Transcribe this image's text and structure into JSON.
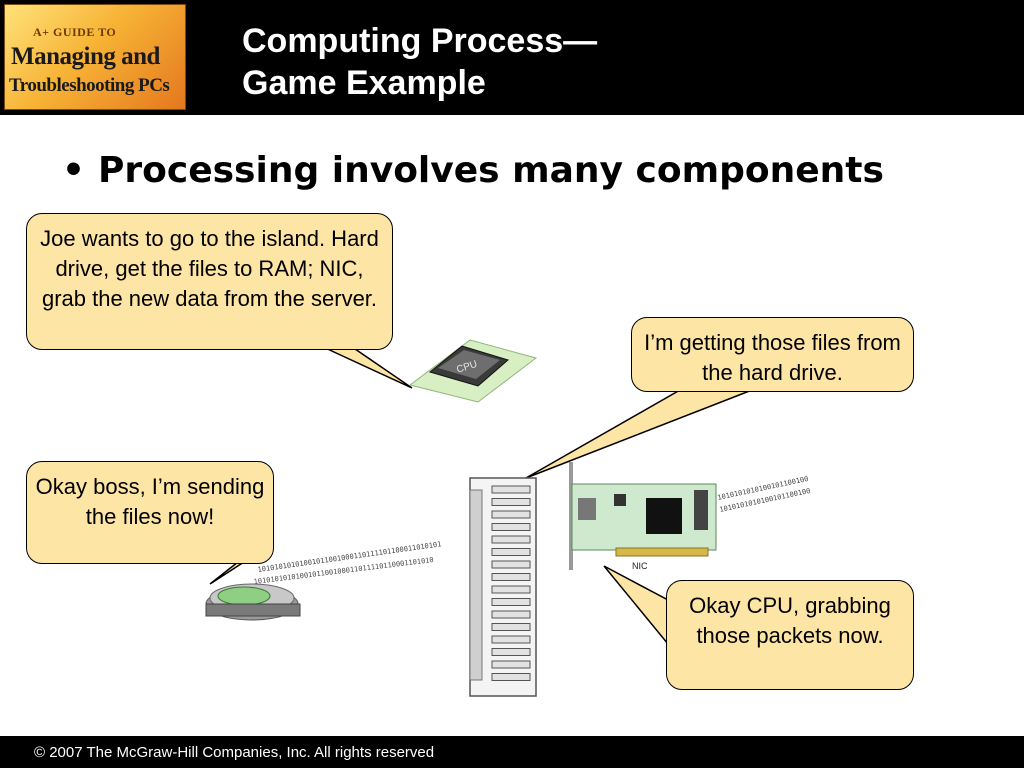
{
  "header": {
    "logo": {
      "line1": "A+ GUIDE TO",
      "line2": "Managing and",
      "line3": "Troubleshooting PCs"
    },
    "title_line1": "Computing Process—",
    "title_line2": "Game Example"
  },
  "bullet": {
    "marker": "•",
    "text": "Processing involves many components"
  },
  "callouts": {
    "cpu": "Joe wants to go to the island. Hard drive, get the files to RAM; NIC, grab the new data from the server.",
    "ram": "I’m getting those files from the hard drive.",
    "hdd": "Okay boss, I’m sending the files now!",
    "nic": "Okay CPU, grabbing those packets now."
  },
  "art_labels": {
    "cpu_chip": "CPU",
    "nic_label": "NIC"
  },
  "footer": {
    "copyright": "© 2007 The McGraw-Hill Companies, Inc. All rights reserved"
  },
  "colors": {
    "callout_fill": "#fde5a6",
    "header_bg": "#000000",
    "footer_bg": "#000000"
  }
}
